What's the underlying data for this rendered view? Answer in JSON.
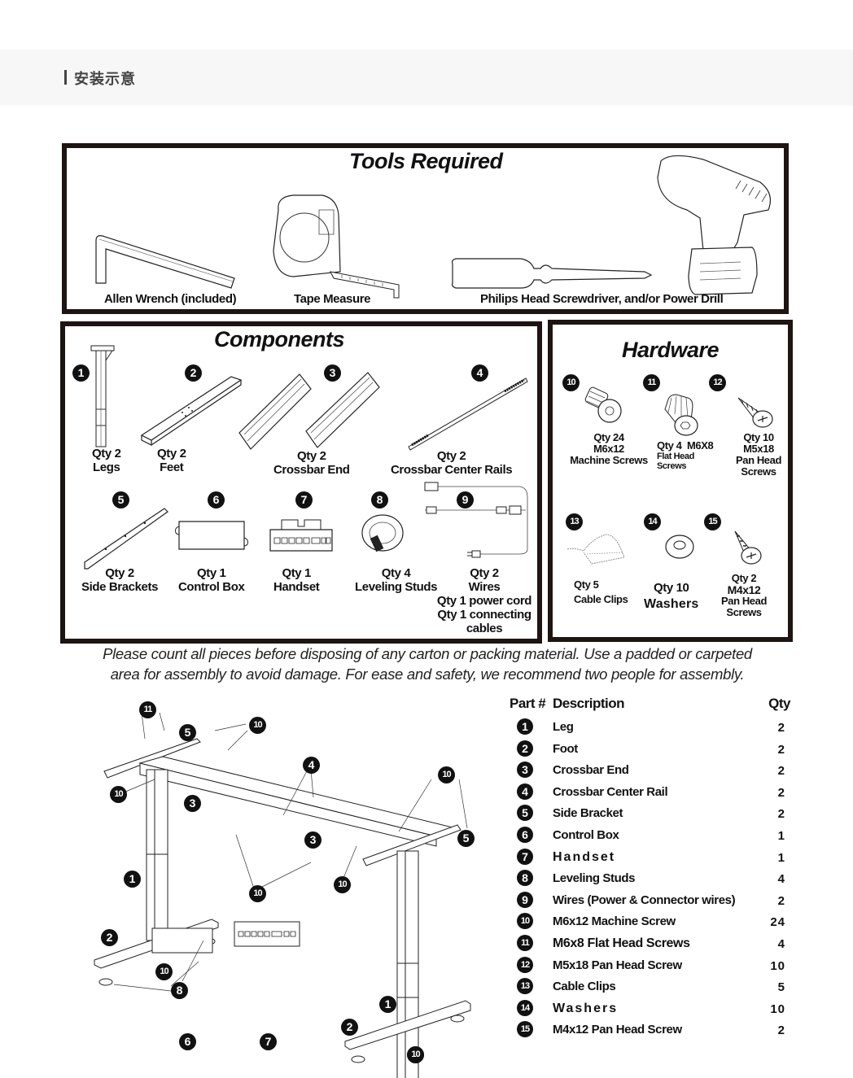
{
  "header": {
    "title": "安装示意"
  },
  "tools": {
    "title": "Tools Required",
    "items": [
      {
        "icon": "allen-wrench",
        "label": "Allen Wrench (included)"
      },
      {
        "icon": "tape-measure",
        "label": "Tape Measure"
      },
      {
        "icon": "screwdriver",
        "label": "Philips Head Screwdriver, and/or Power Drill"
      },
      {
        "icon": "power-drill",
        "label": ""
      }
    ]
  },
  "components": {
    "title": "Components",
    "items": [
      {
        "number": "1",
        "qty": "Qty 2",
        "name": "Legs"
      },
      {
        "number": "2",
        "qty": "Qty 2",
        "name": "Feet"
      },
      {
        "number": "3",
        "qty": "Qty 2",
        "name": "Crossbar End"
      },
      {
        "number": "4",
        "qty": "Qty 2",
        "name": "Crossbar Center Rails"
      },
      {
        "number": "5",
        "qty": "Qty 2",
        "name": "Side Brackets"
      },
      {
        "number": "6",
        "qty": "Qty 1",
        "name": "Control Box"
      },
      {
        "number": "7",
        "qty": "Qty 1",
        "name": "Handset"
      },
      {
        "number": "8",
        "qty": "Qty 4",
        "name": "Leveling Studs"
      },
      {
        "number": "9",
        "qty": "Qty 2",
        "name": "Wires",
        "extra1": "Qty 1 power cord",
        "extra2": "Qty 1 connecting cables"
      }
    ]
  },
  "hardware": {
    "title": "Hardware",
    "items": [
      {
        "number": "10",
        "qty": "Qty 24",
        "size": "M6x12",
        "name": "Machine Screws"
      },
      {
        "number": "11",
        "qty": "Qty 4",
        "size": "M6X8",
        "name": "Flat Head Screws"
      },
      {
        "number": "12",
        "qty": "Qty 10",
        "size": "M5x18",
        "name": "Pan Head Screws"
      },
      {
        "number": "13",
        "qty": "Qty 5",
        "size": "",
        "name": "Cable Clips"
      },
      {
        "number": "14",
        "qty": "Qty 10",
        "size": "",
        "name": "Washers"
      },
      {
        "number": "15",
        "qty": "Qty 2",
        "size": "M4x12",
        "name": "Pan Head Screws"
      }
    ]
  },
  "note": {
    "line1": "Please count all pieces before disposing of any carton or packing material. Use a padded or carpeted",
    "line2": "area for assembly to avoid damage. For ease and safety, we recommend two people for assembly."
  },
  "diagram_callouts": [
    "11",
    "5",
    "10",
    "10",
    "4",
    "10",
    "3",
    "10",
    "3",
    "5",
    "1",
    "10",
    "10",
    "2",
    "10",
    "8",
    "1",
    "6",
    "7",
    "2",
    "10"
  ],
  "parts_table": {
    "headers": {
      "part": "Part #",
      "description": "Description",
      "qty": "Qty"
    },
    "rows": [
      {
        "part": "1",
        "description": "Leg",
        "qty": "2"
      },
      {
        "part": "2",
        "description": "Foot",
        "qty": "2"
      },
      {
        "part": "3",
        "description": "Crossbar End",
        "qty": "2"
      },
      {
        "part": "4",
        "description": "Crossbar Center Rail",
        "qty": "2"
      },
      {
        "part": "5",
        "description": "Side Bracket",
        "qty": "2"
      },
      {
        "part": "6",
        "description": "Control Box",
        "qty": "1"
      },
      {
        "part": "7",
        "description": "Handset",
        "qty": "1"
      },
      {
        "part": "8",
        "description": "Leveling Studs",
        "qty": "4"
      },
      {
        "part": "9",
        "description": "Wires (Power & Connector wires)",
        "qty": "2"
      },
      {
        "part": "10",
        "description": "M6x12 Machine Screw",
        "qty": "24"
      },
      {
        "part": "11",
        "description": "M6x8 Flat Head Screws",
        "qty": "4"
      },
      {
        "part": "12",
        "description": "M5x18 Pan Head Screw",
        "qty": "10"
      },
      {
        "part": "13",
        "description": "Cable Clips",
        "qty": "5"
      },
      {
        "part": "14",
        "description": "Washers",
        "qty": "10"
      },
      {
        "part": "15",
        "description": "M4x12 Pan Head Screw",
        "qty": "2"
      }
    ]
  }
}
